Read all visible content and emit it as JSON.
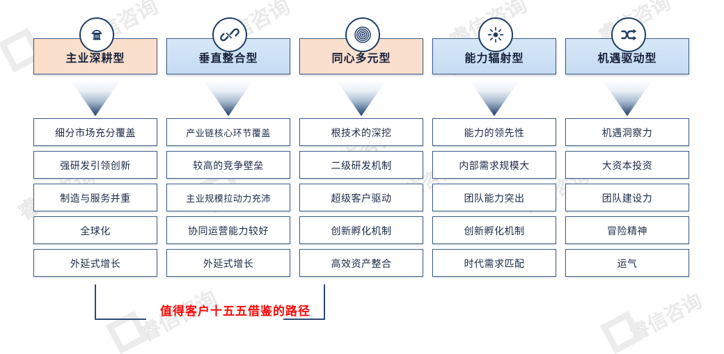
{
  "diagram": {
    "caption": "值得客户十五五借鉴的路径",
    "caption_color": "#fb0808",
    "watermark_text": "睿信咨询",
    "colors": {
      "peach_header": "#fadfcd",
      "blue_header": "#cfe3f7",
      "border": "#3b5a86",
      "arrow_dark": "#21406b",
      "text": "#17203a"
    },
    "columns": [
      {
        "title": "主业深耕型",
        "header_style": "peach",
        "icon": "tree-icon",
        "items": [
          "细分市场充分覆盖",
          "强研发引领创新",
          "制造与服务并重",
          "全球化",
          "外延式增长"
        ]
      },
      {
        "title": "垂直整合型",
        "header_style": "blue",
        "icon": "chain-link-icon",
        "items": [
          "产业链核心环节覆盖",
          "较高的竞争壁垒",
          "主业规模拉动力充沛",
          "协同运营能力较好",
          "外延式增长"
        ]
      },
      {
        "title": "同心多元型",
        "header_style": "peach",
        "icon": "target-icon",
        "items": [
          "根技术的深挖",
          "二级研发机制",
          "超级客户驱动",
          "创新孵化机制",
          "高效资产整合"
        ]
      },
      {
        "title": "能力辐射型",
        "header_style": "blue",
        "icon": "sun-radiate-icon",
        "items": [
          "能力的领先性",
          "内部需求规模大",
          "团队能力突出",
          "创新孵化机制",
          "时代需求匹配"
        ]
      },
      {
        "title": "机遇驱动型",
        "header_style": "blue",
        "icon": "shuffle-icon",
        "items": [
          "机遇洞察力",
          "大资本投资",
          "团队建设力",
          "冒险精神",
          "运气"
        ]
      }
    ]
  }
}
